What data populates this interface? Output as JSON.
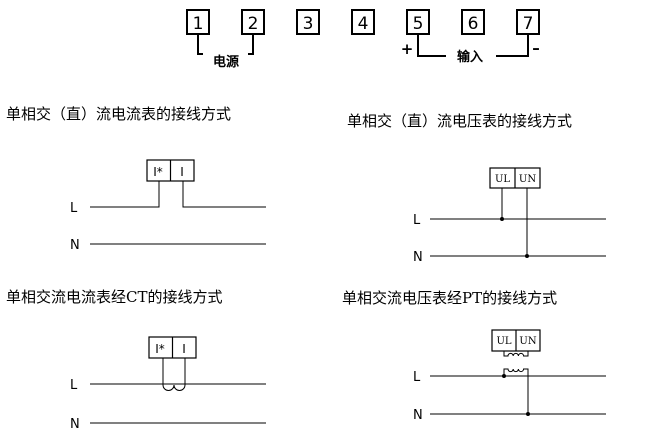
{
  "terminals": [
    "1",
    "2",
    "3",
    "4",
    "5",
    "6",
    "7"
  ],
  "power_label": "电源",
  "input_label": "输入",
  "input_plus": "+",
  "input_minus": "–",
  "diagrams": [
    {
      "caption": "单相交（直）流电流表的接线方式",
      "cells": [
        "I*",
        "I"
      ],
      "lines": [
        "L",
        "N"
      ]
    },
    {
      "caption": "单相交（直）流电压表的接线方式",
      "cells": [
        "UL",
        "UN"
      ],
      "lines": [
        "L",
        "N"
      ]
    },
    {
      "caption": "单相交流电流表经CT的接线方式",
      "cells": [
        "I*",
        "I"
      ],
      "lines": [
        "L",
        "N"
      ]
    },
    {
      "caption": "单相交流电压表经PT的接线方式",
      "cells": [
        "UL",
        "UN"
      ],
      "lines": [
        "L",
        "N"
      ]
    }
  ]
}
